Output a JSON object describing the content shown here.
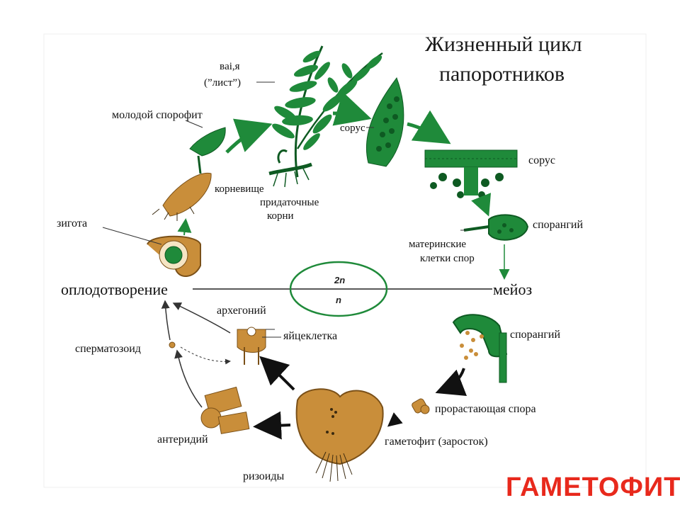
{
  "title": {
    "line1": "Жизненный цикл",
    "line2": "папоротников"
  },
  "labels": {
    "vaiya_line1": "вai,я",
    "vaiya_line2": "(”лист”)",
    "young_sporophyte": "молодой спорофит",
    "sorus_small": "сорус",
    "sorus": "сорус",
    "rhizome": "корневище",
    "adventitious_roots_line1": "придаточные",
    "adventitious_roots_line2": "корни",
    "zygote": "зигота",
    "sporangium_top": "спорангий",
    "spore_mother_cells_line1": "материнские",
    "spore_mother_cells_line2": "клетки спор",
    "fertilization": "оплодотворение",
    "meiosis": "мейоз",
    "archegonium": "архегоний",
    "egg_cell": "яйцеклетка",
    "spermatozoid": "сперматозоид",
    "sporangium_bottom": "спорангий",
    "germinating_spore": "прорастающая спора",
    "antheridium": "антеридий",
    "gametophyte": "гаметофит (заросток)",
    "rhizoids": "ризоиды"
  },
  "ploidy": {
    "diploid": "2n",
    "haploid": "n"
  },
  "stamp": "ГАМЕТОФИТ",
  "colors": {
    "green": "#1f8a3a",
    "dark_green": "#0e5a22",
    "brown": "#c98e3a",
    "red": "#e8291c"
  }
}
